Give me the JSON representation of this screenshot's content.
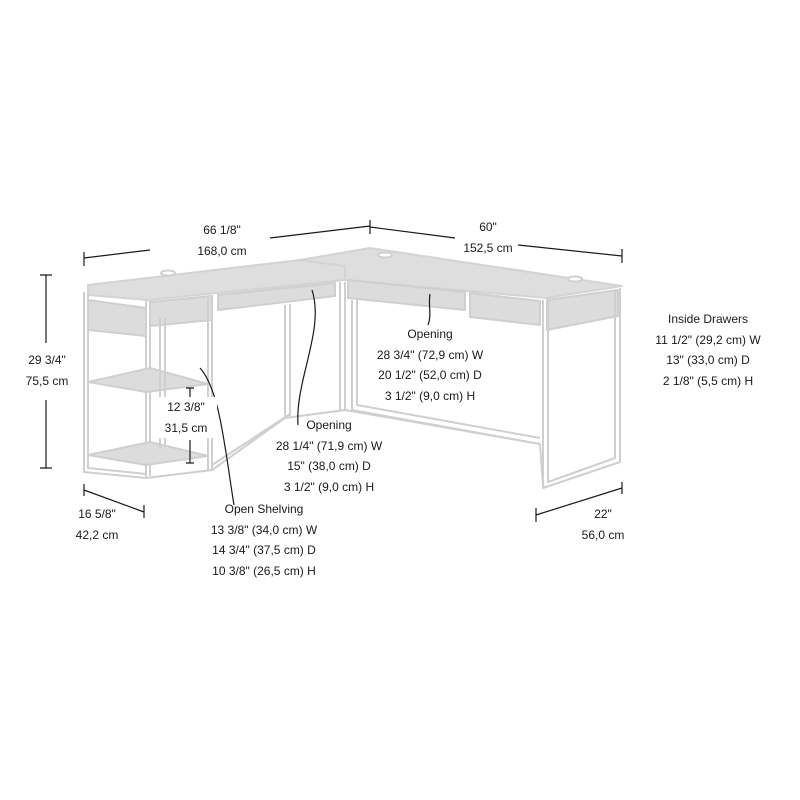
{
  "diagram": {
    "subject": "L-shaped desk dimension drawing",
    "colors": {
      "panel_fill": "#dcdcdc",
      "frame_stroke": "#cfcfcf",
      "dim_line": "#1a1a1a",
      "background": "#ffffff"
    }
  },
  "dimensions": {
    "left_width": {
      "in": "66 1/8\"",
      "cm": "168,0 cm"
    },
    "right_width": {
      "in": "60\"",
      "cm": "152,5 cm"
    },
    "height": {
      "in": "29 3/4\"",
      "cm": "75,5 cm"
    },
    "left_depth": {
      "in": "16 5/8\"",
      "cm": "42,2 cm"
    },
    "right_depth": {
      "in": "22\"",
      "cm": "56,0 cm"
    },
    "shelf_gap": {
      "in": "12 3/8\"",
      "cm": "31,5 cm"
    }
  },
  "callouts": {
    "inside_drawers": {
      "title": "Inside Drawers",
      "lines": [
        "11 1/2\" (29,2 cm) W",
        "13\" (33,0 cm) D",
        "2 1/8\" (5,5 cm) H"
      ]
    },
    "opening_right": {
      "title": "Opening",
      "lines": [
        "28 3/4\" (72,9 cm) W",
        "20 1/2\" (52,0 cm) D",
        "3 1/2\" (9,0 cm) H"
      ]
    },
    "opening_left": {
      "title": "Opening",
      "lines": [
        "28 1/4\" (71,9 cm) W",
        "15\" (38,0 cm) D",
        "3 1/2\" (9,0 cm) H"
      ]
    },
    "open_shelving": {
      "title": "Open Shelving",
      "lines": [
        "13 3/8\" (34,0 cm) W",
        "14 3/4\" (37,5 cm) D",
        "10 3/8\" (26,5 cm) H"
      ]
    }
  }
}
